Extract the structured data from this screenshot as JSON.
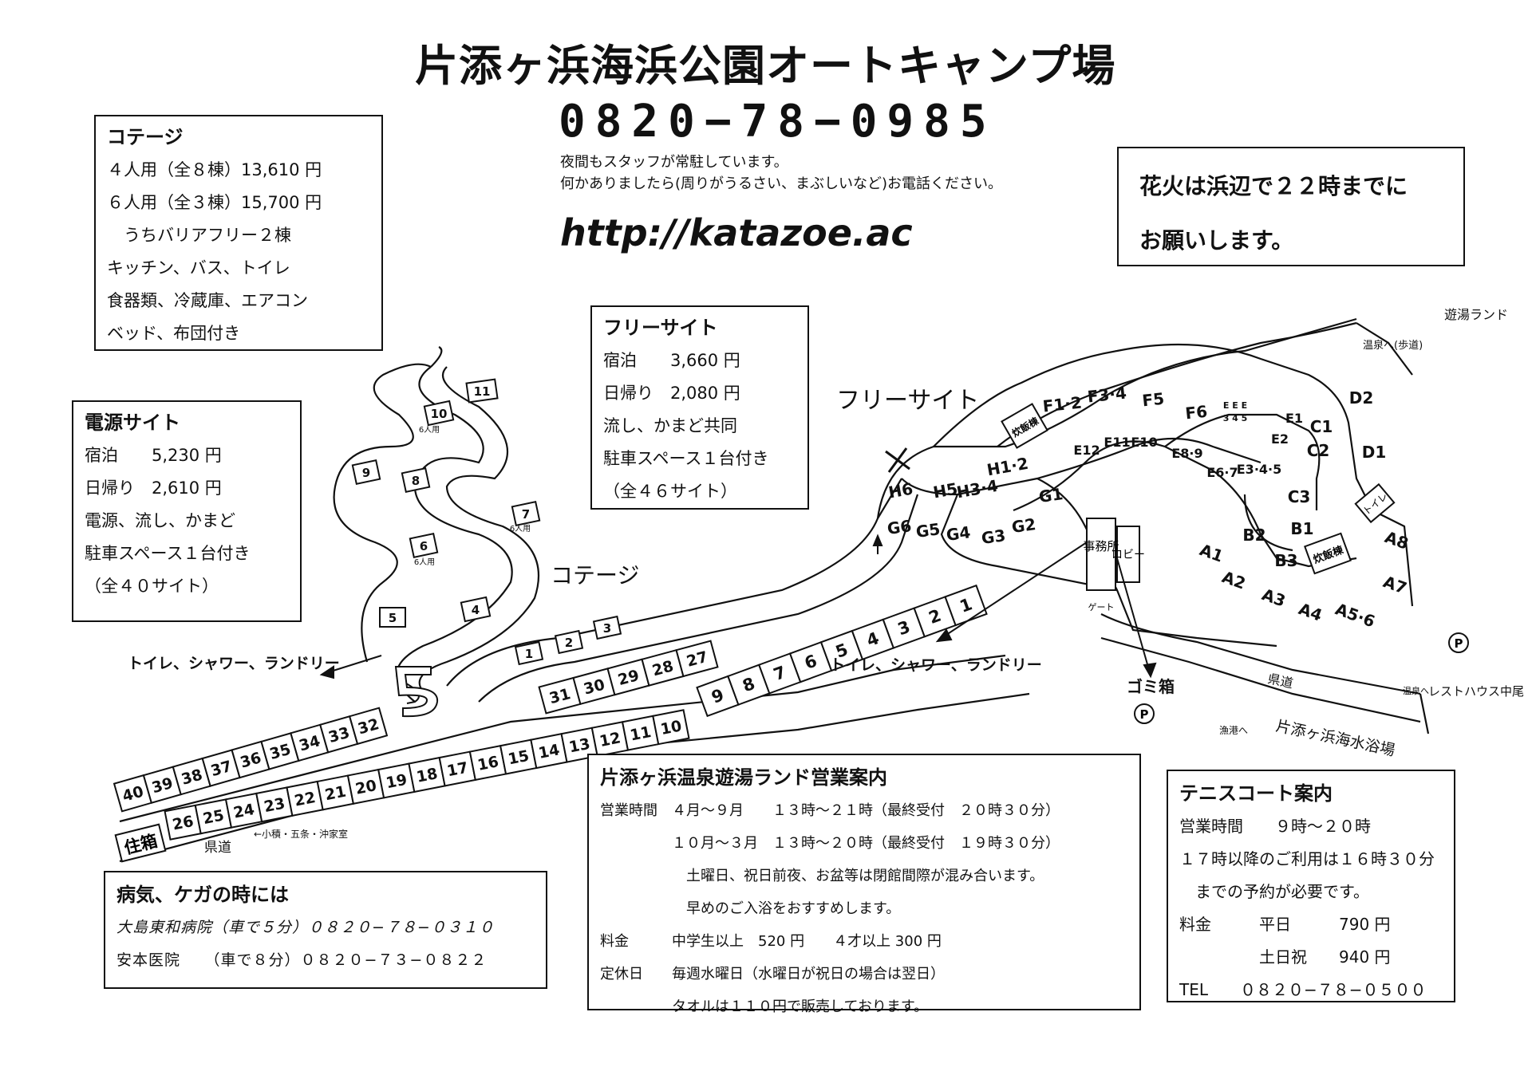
{
  "header": {
    "title": "片添ヶ浜海浜公園オートキャンプ場",
    "phone": "0820−78−0985",
    "note_line1": "夜間もスタッフが常駐しています。",
    "note_line2": "何かありましたら(周りがうるさい、まぶしいなど)お電話ください。",
    "url": "http://katazoe.ac"
  },
  "fireworks": {
    "line1": "花火は浜辺で２２時までに",
    "line2": "お願いします。"
  },
  "cottage_box": {
    "heading": "コテージ",
    "lines": [
      "４人用（全８棟）13,610 円",
      "６人用（全３棟）15,700 円",
      "　うちバリアフリー２棟",
      "キッチン、バス、トイレ",
      "食器類、冷蔵庫、エアコン",
      "ベッド、布団付き"
    ]
  },
  "power_box": {
    "heading": "電源サイト",
    "lines": [
      "宿泊　　5,230 円",
      "日帰り　2,610 円",
      "電源、流し、かまど",
      "駐車スペース１台付き",
      "（全４０サイト）"
    ]
  },
  "free_box": {
    "heading": "フリーサイト",
    "lines": [
      "宿泊　　3,660 円",
      "日帰り　2,080 円",
      "流し、かまど共同",
      "駐車スペース１台付き",
      "（全４６サイト）"
    ]
  },
  "onsen_box": {
    "heading": "片添ヶ浜温泉遊湯ランド営業案内",
    "lines": [
      "営業時間　４月～９月　　１３時～２１時（最終受付　２０時３０分）",
      "　　　　　１０月～３月　１３時～２０時（最終受付　１９時３０分）",
      "　　　　　　土曜日、祝日前夜、お盆等は閉館間際が混み合います。",
      "　　　　　　早めのご入浴をおすすめします。",
      "料金　　　中学生以上　520 円　　４才以上 300 円",
      "定休日　　毎週水曜日（水曜日が祝日の場合は翌日）",
      "　　　　　タオルは１１０円で販売しております。"
    ]
  },
  "tennis_box": {
    "heading": "テニスコート案内",
    "lines": [
      "営業時間　　９時～２０時",
      "１７時以降のご利用は１６時３０分",
      "　までの予約が必要です。",
      "料金　　　平日　　　790 円",
      "　　　　　土日祝　　940 円",
      "TEL　　０８２０−７８−０５００"
    ]
  },
  "sick_box": {
    "heading": "病気、ケガの時には",
    "line1": "大島東和病院（車で５分）０８２０−７８−０３１０",
    "line2": "安本医院　　（車で８分）０８２０−７３−０８２２"
  },
  "map_labels": {
    "free_site": "フリーサイト",
    "cottage": "コテージ",
    "toilet_left": "トイレ、シャワー、ランドリー",
    "toilet_right": "トイレ、シャワー、ランドリー",
    "garbage": "ゴミ箱",
    "kendo": "県道",
    "kendo2": "県道",
    "kendo_dest": "←小積・五条・沖家室",
    "beach": "片添ヶ浜海水浴場",
    "yuto_land": "遊湯ランド",
    "onsen_walk": "温泉へ(歩道)",
    "rest_house": "レストハウス中尾",
    "onsen_short": "温泉へ",
    "fishing_port": "漁港へ",
    "office": "事務所",
    "lobby": "ロビー",
    "gate": "ゲート",
    "jusen": "住箱",
    "kitchen1": "炊飯棟",
    "kitchen2": "炊飯棟",
    "toilet_small": "トイレ",
    "six_person": "6人用",
    "parking": "P"
  },
  "sites": {
    "cottages": [
      "1",
      "2",
      "3",
      "4",
      "5",
      "6",
      "7",
      "8",
      "9",
      "10",
      "11"
    ],
    "power_upper": [
      "31",
      "30",
      "29",
      "28",
      "27"
    ],
    "power_middle": [
      "9",
      "8",
      "7",
      "6",
      "5",
      "4",
      "3",
      "2",
      "1"
    ],
    "power_lower_a": [
      "26",
      "25",
      "24",
      "23",
      "22",
      "21",
      "20",
      "19",
      "18",
      "17",
      "16",
      "15",
      "14",
      "13",
      "12",
      "11",
      "10"
    ],
    "power_lower_b": [
      "40",
      "39",
      "38",
      "37",
      "36",
      "35",
      "34",
      "33",
      "32"
    ],
    "free_g": [
      "G6",
      "G5",
      "G4",
      "G3",
      "G2",
      "G1"
    ],
    "free_h": [
      "H6",
      "H5",
      "H3·4",
      "H1·2"
    ],
    "free_f": [
      "F1·2",
      "F3·4",
      "F5",
      "F6"
    ],
    "free_e_top": [
      "E E E",
      "3 4 5"
    ],
    "free_e": [
      "E12",
      "E11",
      "E10",
      "E8·9",
      "E6·7",
      "E3·4·5",
      "E2",
      "E1"
    ],
    "free_c": [
      "C1",
      "C2",
      "C3"
    ],
    "free_d": [
      "D2",
      "D1"
    ],
    "free_b": [
      "B2",
      "B1",
      "B3"
    ],
    "free_a": [
      "A1",
      "A2",
      "A3",
      "A4",
      "A5·6",
      "A7",
      "A8"
    ]
  }
}
